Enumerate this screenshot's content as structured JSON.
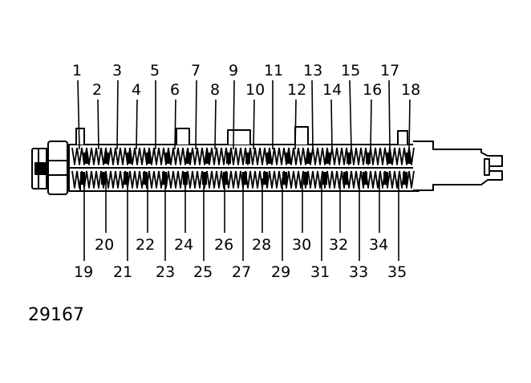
{
  "diagram": {
    "figure_number": "29167",
    "callouts_top": [
      "1",
      "2",
      "3",
      "4",
      "5",
      "6",
      "7",
      "8",
      "9",
      "10",
      "11",
      "12",
      "13",
      "14",
      "15",
      "16",
      "17",
      "18"
    ],
    "callouts_bottom": [
      "19",
      "20",
      "21",
      "22",
      "23",
      "24",
      "25",
      "26",
      "27",
      "28",
      "29",
      "30",
      "31",
      "32",
      "33",
      "34",
      "35"
    ]
  }
}
